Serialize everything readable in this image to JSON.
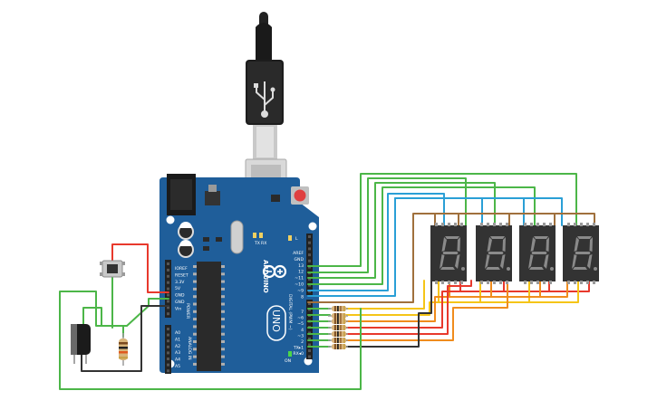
{
  "board": {
    "brand": "ARDUINO",
    "model": "UNO",
    "tx_label": "TX",
    "rx_label": "RX",
    "on_label": "ON",
    "l_label": "L",
    "digital_label": "DIGITAL (PWM ~)",
    "power_label": "POWER",
    "analog_label": "ANALOG IN",
    "power_pins": [
      "IOREF",
      "RESET",
      "3.3V",
      "5V",
      "GND",
      "GND",
      "Vin"
    ],
    "analog_pins": [
      "A0",
      "A1",
      "A2",
      "A3",
      "A4",
      "A5"
    ],
    "digital_top": [
      "AREF",
      "GND",
      "13",
      "12",
      "~11",
      "~10",
      "~9",
      "8"
    ],
    "digital_bottom": [
      "7",
      "~6",
      "~5",
      "4",
      "~3",
      "2",
      "TX▸1",
      "RX◂0"
    ]
  },
  "displays": {
    "count": 4
  },
  "resistors": {
    "count": 7
  },
  "colors": {
    "board": "#1f5e9a",
    "green_wire": "#4cb648",
    "blue_wire": "#2a9fd6",
    "brown_wire": "#a0703c",
    "red_wire": "#e8392c",
    "orange_wire": "#f08c1d",
    "yellow_wire": "#f5c518",
    "black_wire": "#333333",
    "display_body": "#333333",
    "segment_color": "#8a8a8a"
  }
}
